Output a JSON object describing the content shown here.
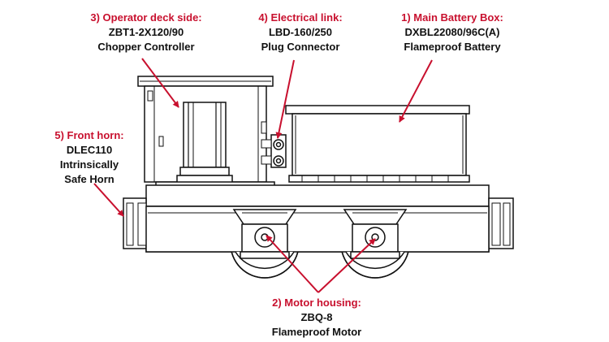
{
  "colors": {
    "callout": "#c8102e",
    "drawing": "#111111",
    "background": "#ffffff"
  },
  "callouts": [
    {
      "id": "battery",
      "heading": "1) Main Battery Box:",
      "line1": "DXBL22080/96C(A)",
      "line2": "Flameproof Battery"
    },
    {
      "id": "motor",
      "heading": "2) Motor housing:",
      "line1": "ZBQ-8",
      "line2": "Flameproof Motor"
    },
    {
      "id": "operator",
      "heading": "3) Operator deck side:",
      "line1": "ZBT1-2X120/90",
      "line2": "Chopper Controller"
    },
    {
      "id": "electrical",
      "heading": "4) Electrical link:",
      "line1": "LBD-160/250",
      "line2": "Plug Connector"
    },
    {
      "id": "horn",
      "heading": "5) Front horn:",
      "line1": "DLEC110",
      "line2": "Intrinsically",
      "line3": "Safe Horn"
    }
  ]
}
